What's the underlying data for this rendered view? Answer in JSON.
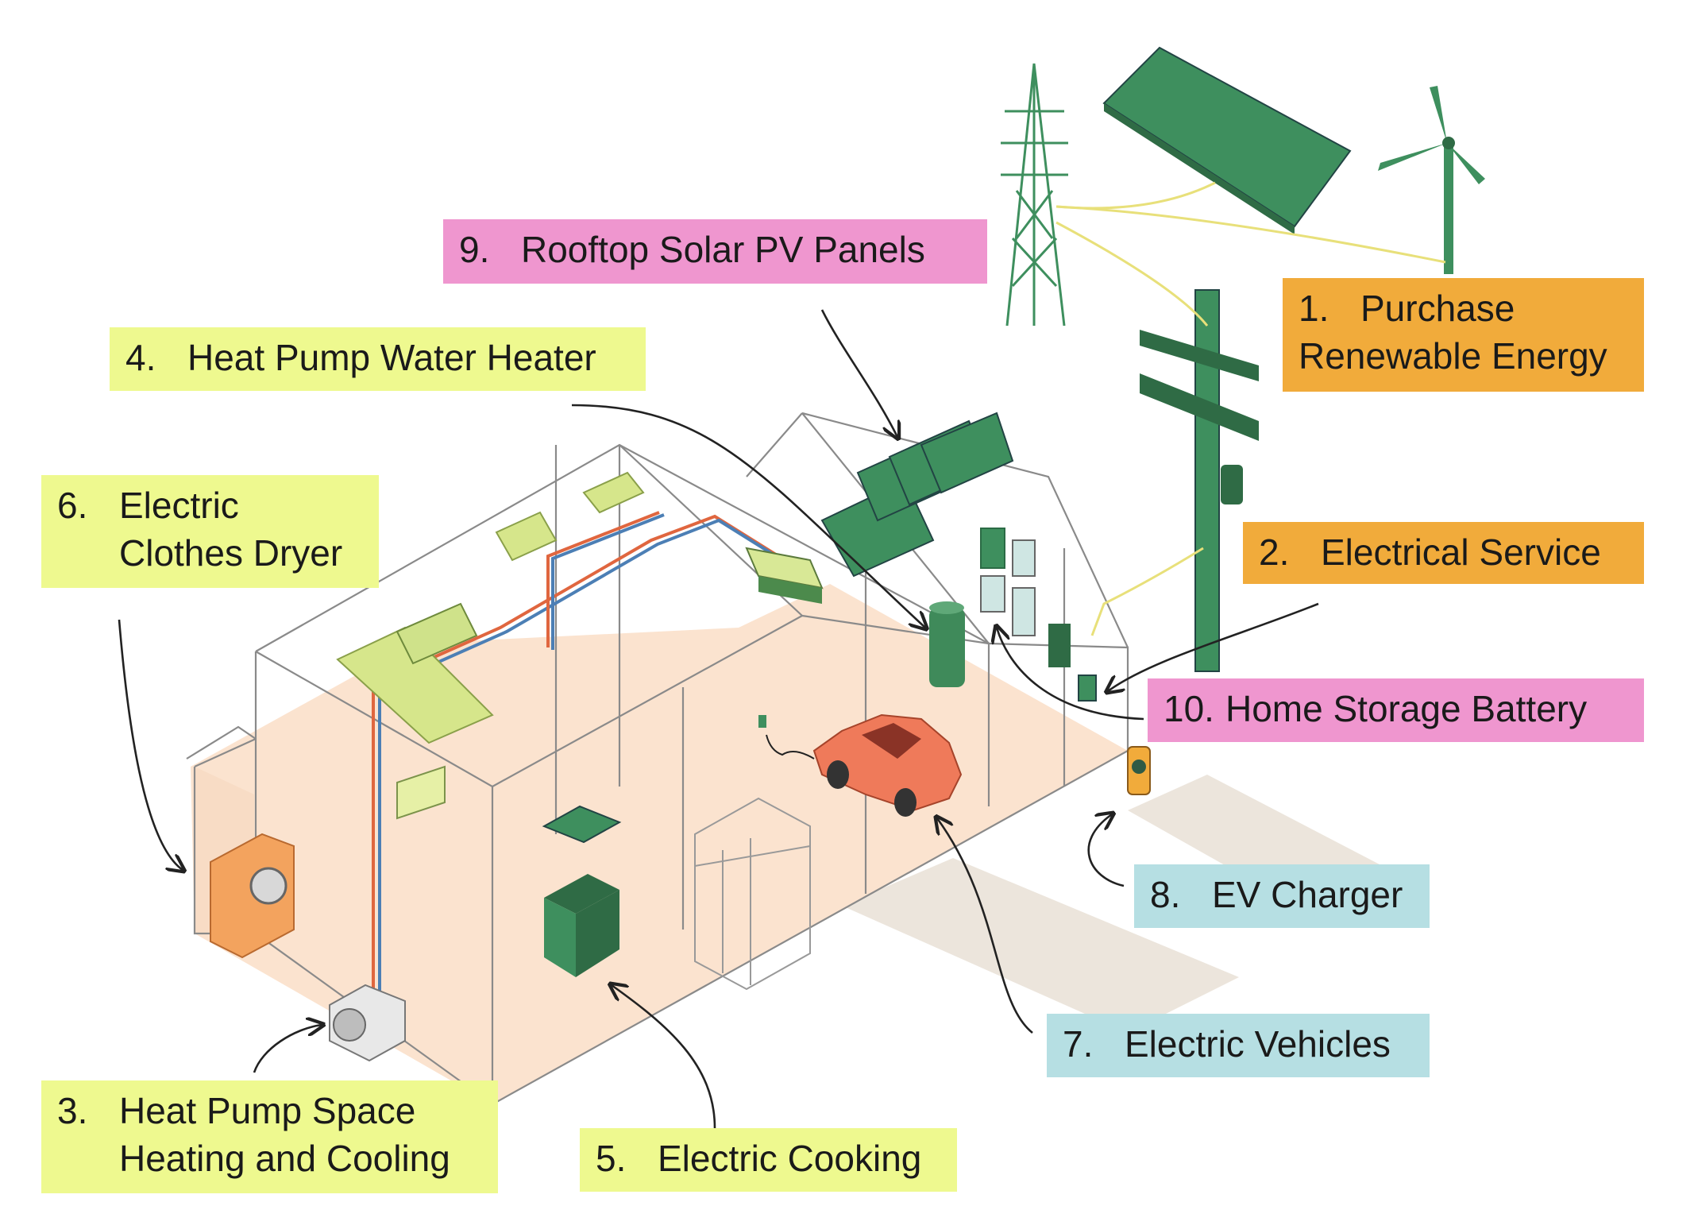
{
  "labels": {
    "l1": {
      "num": "1.",
      "line1": "Purchase",
      "line2": "Renewable Energy"
    },
    "l2": {
      "num": "2.",
      "line1": "Electrical Service"
    },
    "l3": {
      "num": "3.",
      "line1": "Heat Pump Space",
      "line2": "Heating and Cooling"
    },
    "l4": {
      "num": "4.",
      "line1": "Heat Pump Water Heater"
    },
    "l5": {
      "num": "5.",
      "line1": "Electric Cooking"
    },
    "l6": {
      "num": "6.",
      "line1": "Electric",
      "line2": "Clothes Dryer"
    },
    "l7": {
      "num": "7.",
      "line1": "Electric Vehicles"
    },
    "l8": {
      "num": "8.",
      "line1": "EV Charger"
    },
    "l9": {
      "num": "9.",
      "line1": "Rooftop Solar PV Panels"
    },
    "l10": {
      "num": "10.",
      "line1": "Home Storage Battery"
    }
  },
  "colors": {
    "label_yellow": "#eef98f",
    "label_pink": "#ef96cf",
    "label_orange": "#f1ab3b",
    "label_blue": "#b6dfe3",
    "equipment_green": "#3e8f5e",
    "floor": "#fbe3cf",
    "car": "#ef7a5a"
  }
}
